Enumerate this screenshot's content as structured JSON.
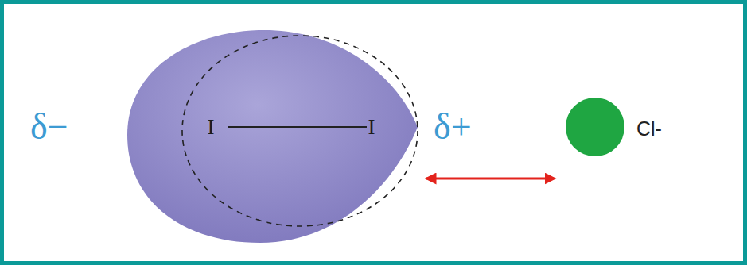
{
  "diagram": {
    "nodes": [
      {
        "text": [
          "I",
          "I"
        ]
      },
      {
        "text": [
          "Cl-"
        ]
      }
    ],
    "edges": [
      {
        "from": 0,
        "to": 1,
        "arrow": "both"
      }
    ],
    "labels": [
      "δ−",
      "δ+"
    ]
  }
}
